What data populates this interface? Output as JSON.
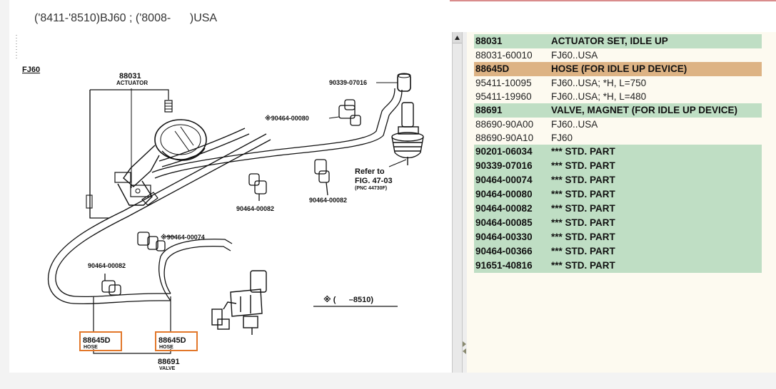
{
  "caption": "('8411-'8510)BJ60 ; ('8008-      )USA",
  "illustration": {
    "fig_title": "FJ60",
    "actuator_code": "88031",
    "actuator_label": "ACTUATOR",
    "code_90339": "90339-07016",
    "code_90464_80": "※90464-00080",
    "code_90464_74": "※90464-00074",
    "code_90464_82a": "90464-00082",
    "code_90464_82b": "90464-00082",
    "code_90464_82c": "90464-00082",
    "refer_to": "Refer to",
    "fig_ref": "FIG. 47-03",
    "pnc_ref": "(PNC 44730F)",
    "note": "※ (      –8510)",
    "hose_code_1": "88645D",
    "hose_label_1": "HOSE",
    "hose_code_2": "88645D",
    "hose_label_2": "HOSE",
    "valve_code": "88691",
    "valve_label": "VALVE"
  },
  "parts": [
    {
      "type": "head",
      "color": "green",
      "pn": "88031",
      "desc": "ACTUATOR SET, IDLE UP"
    },
    {
      "type": "sub",
      "pn": "88031-60010",
      "desc": "FJ60..USA"
    },
    {
      "type": "head",
      "color": "tan",
      "pn": "88645D",
      "desc": "HOSE (FOR IDLE UP DEVICE)"
    },
    {
      "type": "sub",
      "pn": "95411-10095",
      "desc": "FJ60..USA; *H, L=750"
    },
    {
      "type": "sub",
      "pn": "95411-19960",
      "desc": "FJ60..USA; *H, L=480"
    },
    {
      "type": "head",
      "color": "green",
      "pn": "88691",
      "desc": "VALVE, MAGNET (FOR IDLE UP DEVICE)"
    },
    {
      "type": "sub",
      "pn": "88690-90A00",
      "desc": "FJ60..USA"
    },
    {
      "type": "sub",
      "pn": "88690-90A10",
      "desc": "FJ60"
    },
    {
      "type": "std",
      "pn": "90201-06034",
      "desc": "*** STD. PART"
    },
    {
      "type": "std",
      "pn": "90339-07016",
      "desc": "*** STD. PART"
    },
    {
      "type": "std",
      "pn": "90464-00074",
      "desc": "*** STD. PART"
    },
    {
      "type": "std",
      "pn": "90464-00080",
      "desc": "*** STD. PART"
    },
    {
      "type": "std",
      "pn": "90464-00082",
      "desc": "*** STD. PART"
    },
    {
      "type": "std",
      "pn": "90464-00085",
      "desc": "*** STD. PART"
    },
    {
      "type": "std",
      "pn": "90464-00330",
      "desc": "*** STD. PART"
    },
    {
      "type": "std",
      "pn": "90464-00366",
      "desc": "*** STD. PART"
    },
    {
      "type": "std",
      "pn": "91651-40816",
      "desc": "*** STD. PART"
    }
  ],
  "colors": {
    "row_green": "#bfdec4",
    "row_tan": "#ddb384",
    "callout_orange": "#e2772a",
    "pane_bg": "#fdfaf0"
  },
  "icons": {
    "scroll_up": "triangle-up-icon",
    "splitter": "splitter-grip-icon"
  }
}
